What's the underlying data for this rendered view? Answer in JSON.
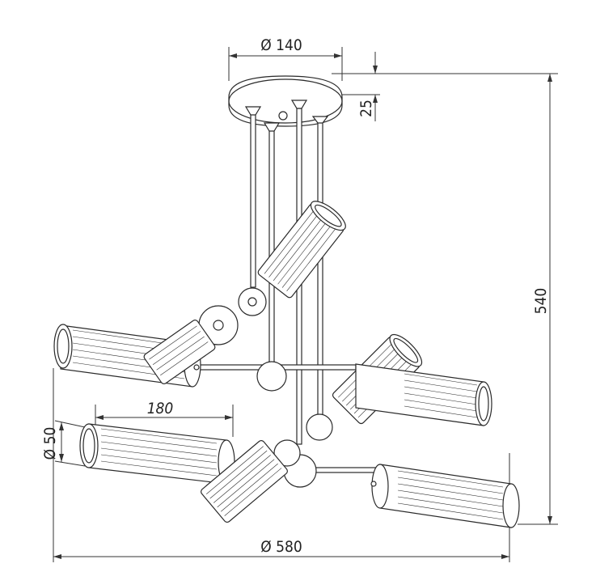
{
  "dimensions": {
    "canopy_diameter": "Ø 140",
    "canopy_height": "25",
    "total_height": "540",
    "total_width": "Ø 580",
    "shade_length": "180",
    "shade_diameter": "Ø 50"
  },
  "colors": {
    "line": "#2a2a2a",
    "dim_line": "#333333",
    "fill": "#ffffff"
  }
}
